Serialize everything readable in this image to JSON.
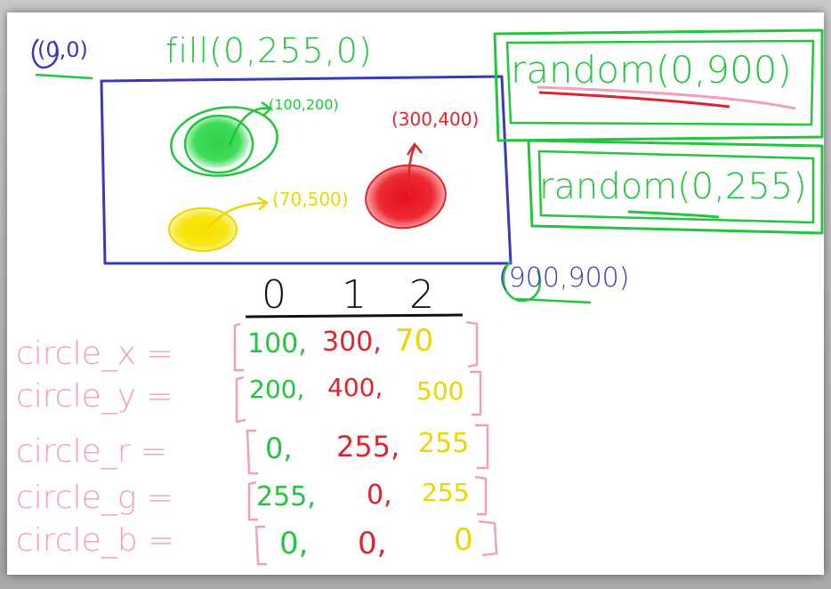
{
  "origin_label": "(0,0)",
  "fill_label": "fill(0,255,0)",
  "random_pos_label": "random(0,900)",
  "random_color_label": "random(0,255)",
  "corner_label": "(900,900)",
  "points": {
    "green": "(100,200)",
    "red": "(300,400)",
    "yellow": "(70,500)"
  },
  "index_labels": [
    "0",
    "1",
    "2"
  ],
  "arrays": [
    {
      "name": "circle_x =",
      "values": [
        "100,",
        "300,",
        "70"
      ]
    },
    {
      "name": "circle_y =",
      "values": [
        "200,",
        "400,",
        "500"
      ]
    },
    {
      "name": "circle_r =",
      "values": [
        "0,",
        "255,",
        "255"
      ]
    },
    {
      "name": "circle_g =",
      "values": [
        "255,",
        "0,",
        "255"
      ]
    },
    {
      "name": "circle_b =",
      "values": [
        "0,",
        "0,",
        "0"
      ]
    }
  ],
  "colors": {
    "blue_ink": "#3a3ab8",
    "green_ink": "#22c53c",
    "red_ink": "#e0242c",
    "yellow_ink": "#ecd500",
    "pink_ink": "#f0a0b8",
    "black_ink": "#111111"
  }
}
